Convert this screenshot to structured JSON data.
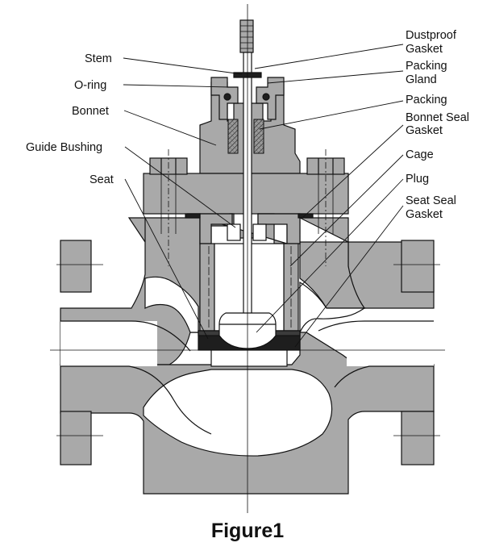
{
  "figure": {
    "caption": "Figure1"
  },
  "colors": {
    "metal": "#a9a9a9",
    "packing": "#8c8c8c",
    "gasket": "#1e1e1e",
    "outline": "#111111",
    "background": "#ffffff"
  },
  "labels": {
    "stem": "Stem",
    "o_ring": "O-ring",
    "bonnet": "Bonnet",
    "guide_bushing": "Guide Bushing",
    "seat": "Seat",
    "dustproof_gasket": [
      "Dustproof",
      "Gasket"
    ],
    "packing_gland": [
      "Packing",
      "Gland"
    ],
    "packing": "Packing",
    "bonnet_seal_gasket": [
      "Bonnet Seal",
      "Gasket"
    ],
    "cage": "Cage",
    "plug": "Plug",
    "seat_seal_gasket": [
      "Seat Seal",
      "Gasket"
    ]
  }
}
